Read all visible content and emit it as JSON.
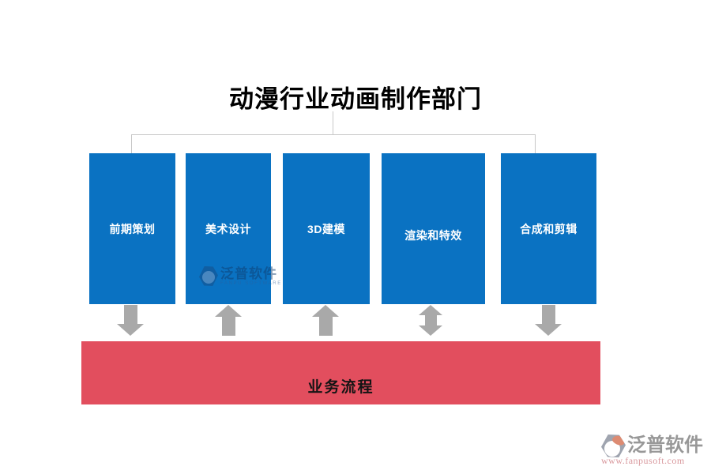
{
  "title": "动漫行业动画制作部门",
  "departments": [
    {
      "label": "前期策划",
      "arrow": "down"
    },
    {
      "label": "美术设计",
      "arrow": "up"
    },
    {
      "label": "3D建模",
      "arrow": "up"
    },
    {
      "label": "渲染和特效",
      "arrow": "both"
    },
    {
      "label": "合成和剪辑",
      "arrow": "down"
    }
  ],
  "process_bar": {
    "label": "业务流程"
  },
  "watermark": {
    "name": "泛普软件",
    "subtitle": "FANPU SOFTWARE"
  },
  "logo": {
    "name": "泛普软件",
    "url": "www.fanpusoft.com"
  },
  "colors": {
    "department_box": "#0a72c2",
    "process_bar": "#e24e5e",
    "arrow": "#a9a9a9",
    "connector_line": "#c8c8c8",
    "logo_accent": "#dd8b72",
    "logo_url_text": "#d9999e"
  }
}
